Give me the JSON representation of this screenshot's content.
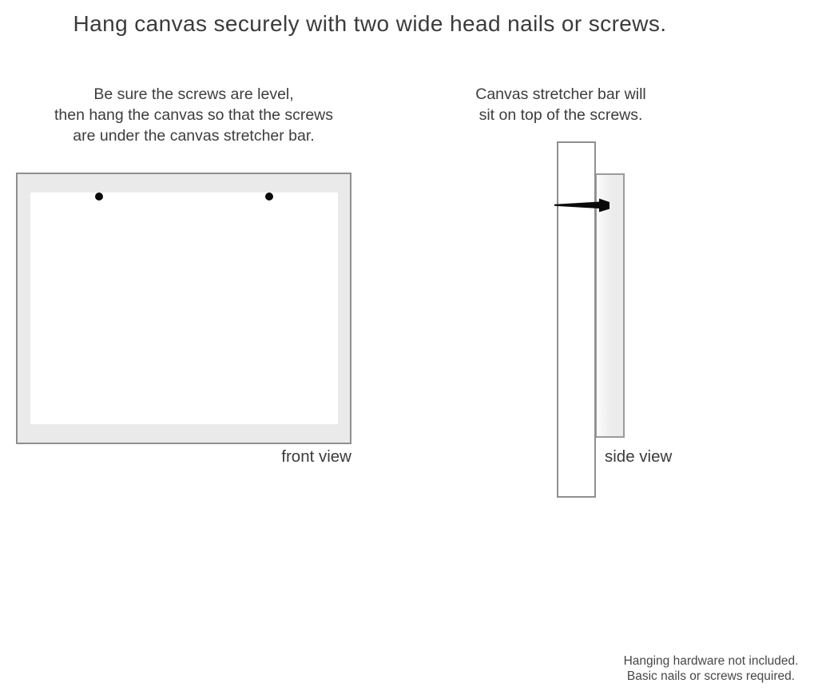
{
  "title": "Hang canvas securely with two wide head nails or screws.",
  "instructions": {
    "front": {
      "lines": [
        "Be sure the screws are level,",
        "then hang the canvas so that the screws",
        "are under the canvas stretcher bar."
      ]
    },
    "side": {
      "lines": [
        "Canvas stretcher bar will",
        "sit on top of the screws."
      ]
    }
  },
  "labels": {
    "front_view": "front view",
    "side_view": "side view"
  },
  "footer": {
    "lines": [
      "Hanging hardware not included.",
      "Basic nails or screws required."
    ]
  },
  "icons": {
    "nail_head_front": "black-dot",
    "nail_side": "wide-head-nail-pointing-left"
  },
  "colors": {
    "background": "#ffffff",
    "text": "#3d3d3d",
    "outline": "#8f8f8f",
    "canvas_border_fill": "#eaeaea",
    "nail": "#0a0a0a"
  }
}
